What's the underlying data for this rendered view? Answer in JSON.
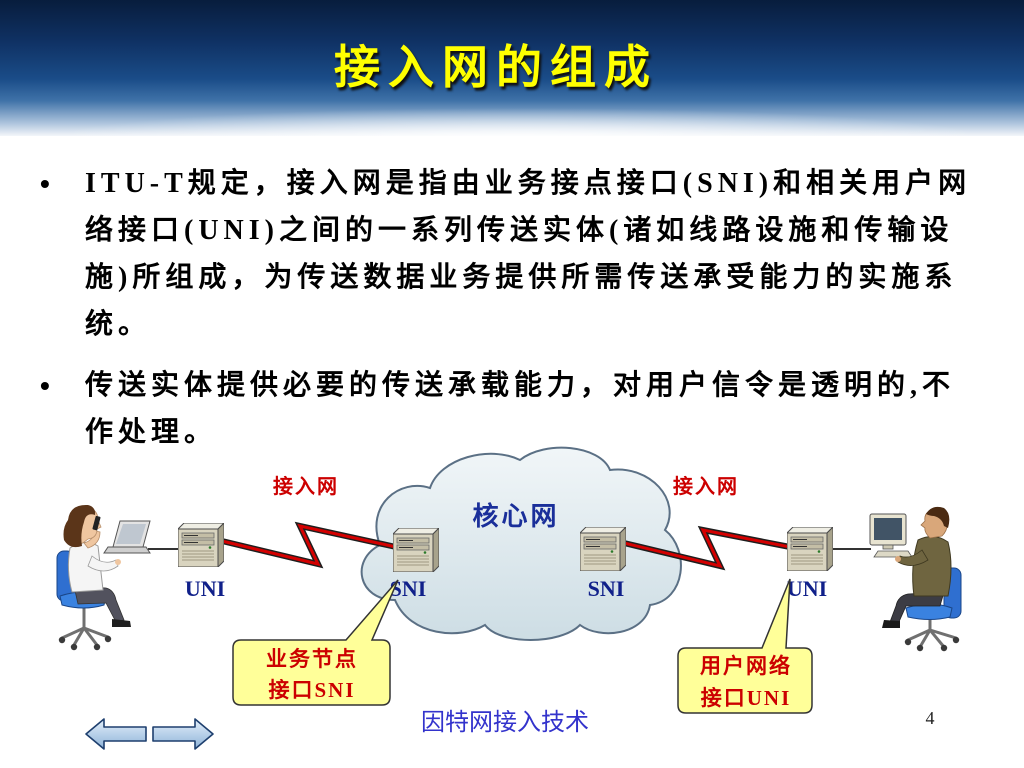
{
  "slide": {
    "title": "接入网的组成",
    "bullets": [
      {
        "lines": [
          "ITU-T规定，接入网是指由业务接点接口(SNI)和相关用户网",
          "络接口(UNI)之间的一系列传送实体(诸如线路设施和传输设",
          "施)所组成，为传送数据业务提供所需传送承受能力的实施系",
          "统。"
        ]
      },
      {
        "lines": [
          "传送实体提供必要的传送承载能力，对用户信令是透明的,不",
          "作处理。"
        ]
      }
    ]
  },
  "diagram": {
    "access_network_left": "接入网",
    "access_network_right": "接入网",
    "core_network": "核心网",
    "uni_left": "UNI",
    "sni_left": "SNI",
    "sni_right": "SNI",
    "uni_right": "UNI",
    "callout_sni": {
      "line1": "业务节点",
      "line2": "接口SNI"
    },
    "callout_uni": {
      "line1": "用户网络",
      "line2": "接口UNI"
    }
  },
  "footer": {
    "course_title": "因特网接入技术",
    "page_number": "4"
  },
  "icons": {
    "nav_prev": "arrow-left-icon",
    "nav_next": "arrow-right-icon",
    "network_node": "server-icon",
    "user_left_device": "laptop-icon",
    "user_right_device": "desktop-computer-icon"
  },
  "colors": {
    "title": "#FFFF00",
    "accent_red": "#CC0000",
    "label_blue": "#10208A",
    "core_blue": "#1A2F9A",
    "callout_fill": "#FFFF99",
    "footer_blue": "#3333CC",
    "header_navy": "#0F3163"
  }
}
